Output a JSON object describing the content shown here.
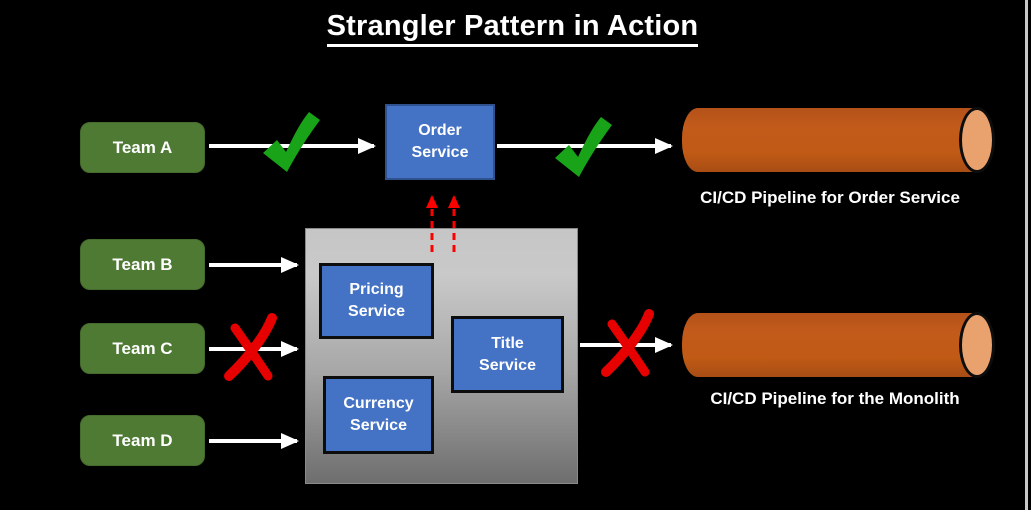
{
  "title": "Strangler Pattern in Action",
  "teams": [
    {
      "label": "Team A"
    },
    {
      "label": "Team B"
    },
    {
      "label": "Team C"
    },
    {
      "label": "Team D"
    }
  ],
  "services": {
    "order": "Order Service",
    "pricing": "Pricing Service",
    "title_service": "Title Service",
    "currency": "Currency Service"
  },
  "pipelines": [
    {
      "label": "CI/CD Pipeline for Order Service"
    },
    {
      "label": "CI/CD Pipeline for the Monolith"
    }
  ],
  "icons": {
    "checkmarks": [
      "team-a-approved-check",
      "order-service-deploy-check"
    ],
    "crosses": [
      "team-c-blocked-cross",
      "monolith-deploy-blocked-cross"
    ],
    "arrows": [
      "team-a-to-order-arrow",
      "order-to-pipeline-arrow",
      "team-b-to-monolith-arrow",
      "team-c-to-monolith-arrow",
      "team-d-to-monolith-arrow",
      "monolith-to-pipeline-arrow",
      "monolith-to-order-dashed-arrow-1",
      "monolith-to-order-dashed-arrow-2"
    ]
  },
  "colors": {
    "background": "#000000",
    "team_box_green": "#4e7a33",
    "service_box_blue": "#4472c4",
    "service_border_black": "#0d0d0d",
    "monolith_gray_top": "#c6c6c6",
    "monolith_gray_bottom": "#6e6e6e",
    "pipeline_orange": "#c05a15",
    "pipeline_face_tan": "#e9a26e",
    "check_green": "#19a319",
    "cross_red": "#e60000",
    "dashed_arrow_red": "#ff0000",
    "arrow_white": "#ffffff",
    "text_white": "#ffffff"
  }
}
